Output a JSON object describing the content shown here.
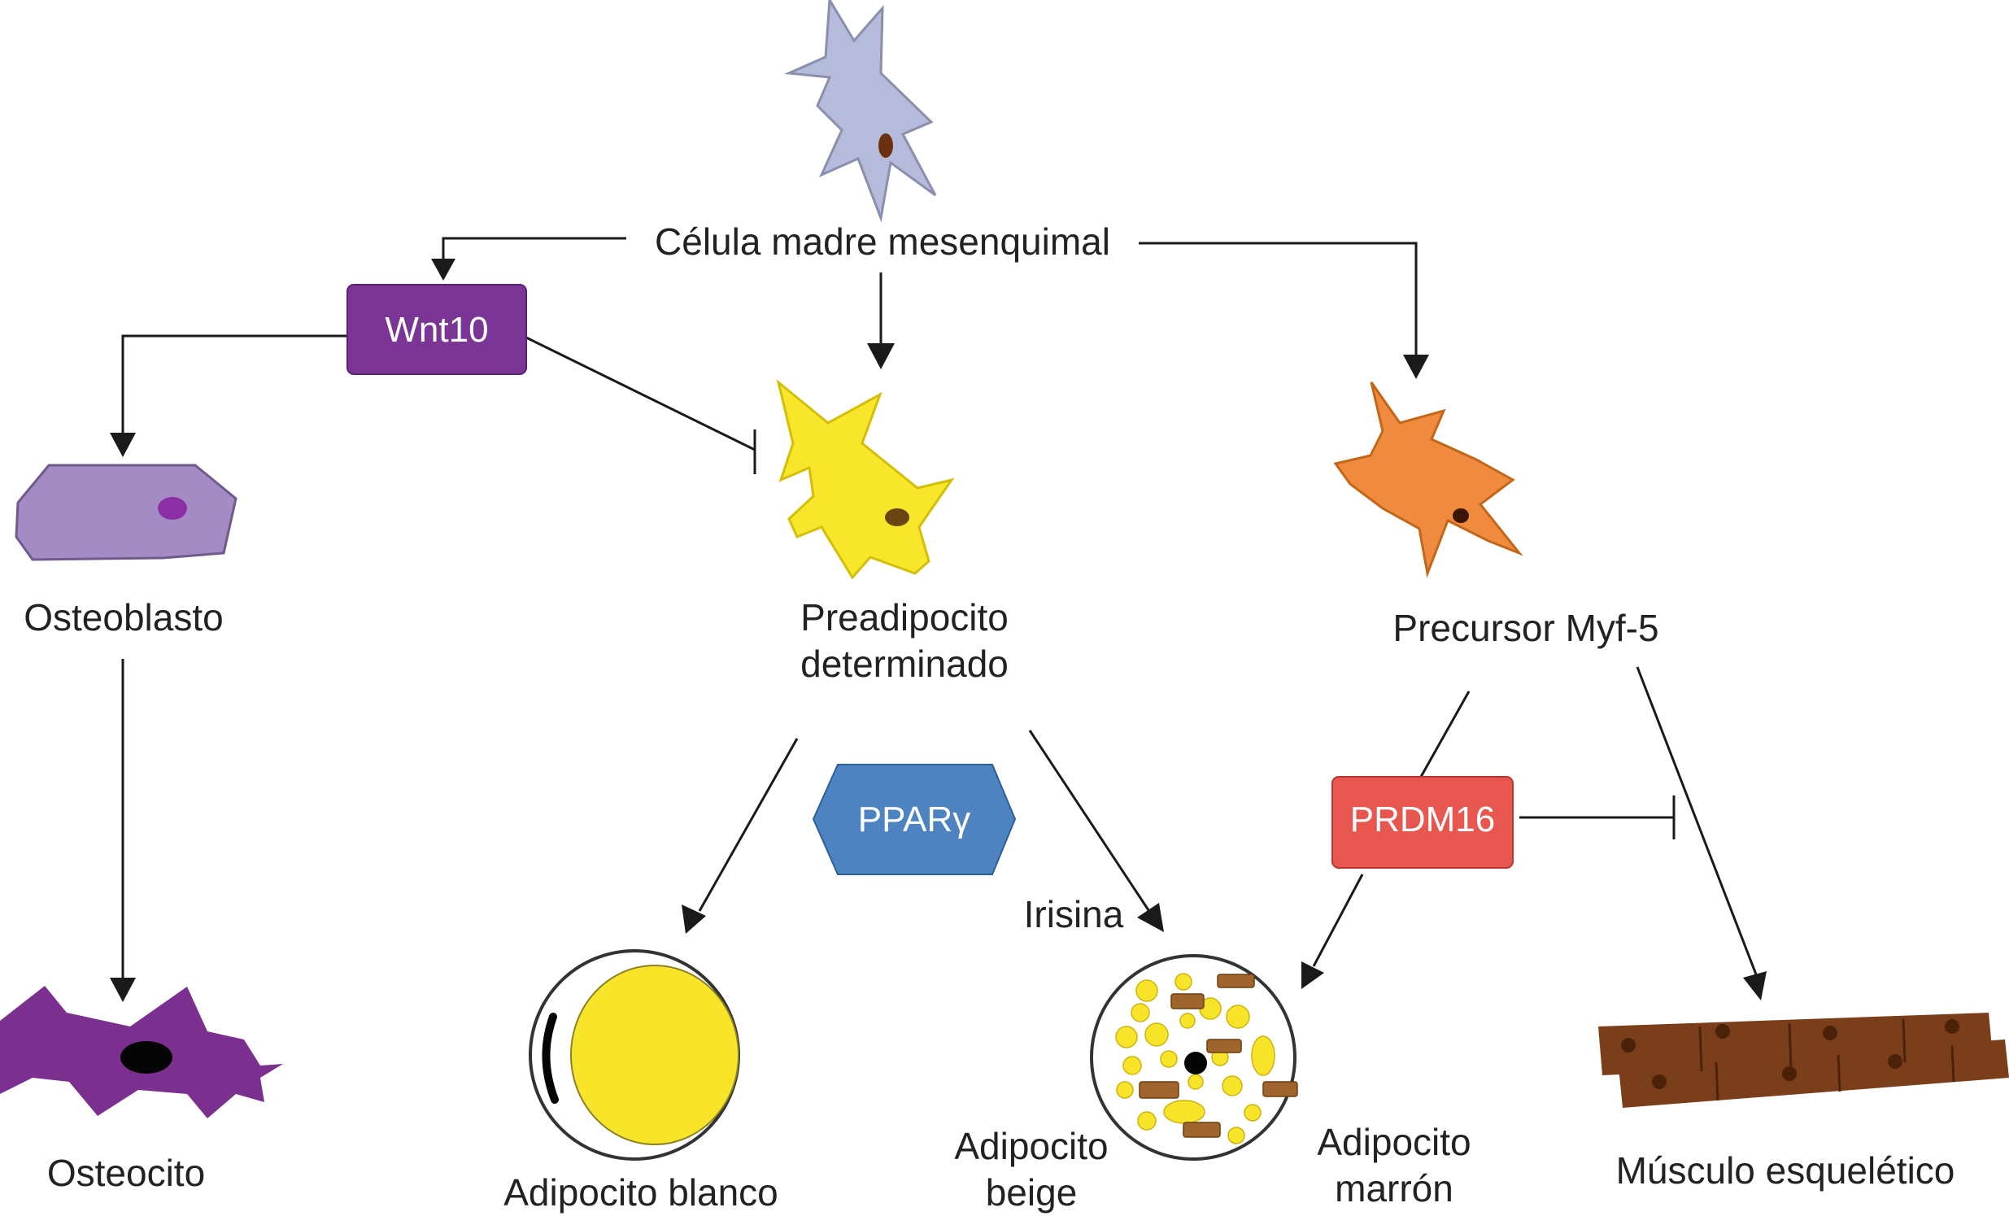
{
  "nodes": {
    "mesenchymal": "Célula madre mesenquimal",
    "osteoblast": "Osteoblasto",
    "osteocyte": "Osteocito",
    "preadipocyte_line1": "Preadipocito",
    "preadipocyte_line2": "determinado",
    "myf5": "Precursor Myf-5",
    "white_adipocyte": "Adipocito blanco",
    "beige_line1": "Adipocito",
    "beige_line2": "beige",
    "brown_line1": "Adipocito",
    "brown_line2": "marrón",
    "muscle": "Músculo esquelético",
    "irisin": "Irisina"
  },
  "factors": {
    "wnt10": "Wnt10",
    "ppar": "PPARγ",
    "prdm16": "PRDM16"
  },
  "colors": {
    "mesenchymal_cell": "#b6bbdb",
    "osteoblast_cell": "#a58bc4",
    "osteocyte_cell": "#7b2f8e",
    "preadipocyte_cell": "#f7e62a",
    "myf5_cell": "#ef8a3f",
    "wnt10_box": "#7a3595",
    "ppar_box": "#4d83c1",
    "prdm16_box": "#e8574f",
    "lipid": "#f8e52a",
    "brown_granule": "#a0652c",
    "muscle": "#7a3f1a"
  }
}
